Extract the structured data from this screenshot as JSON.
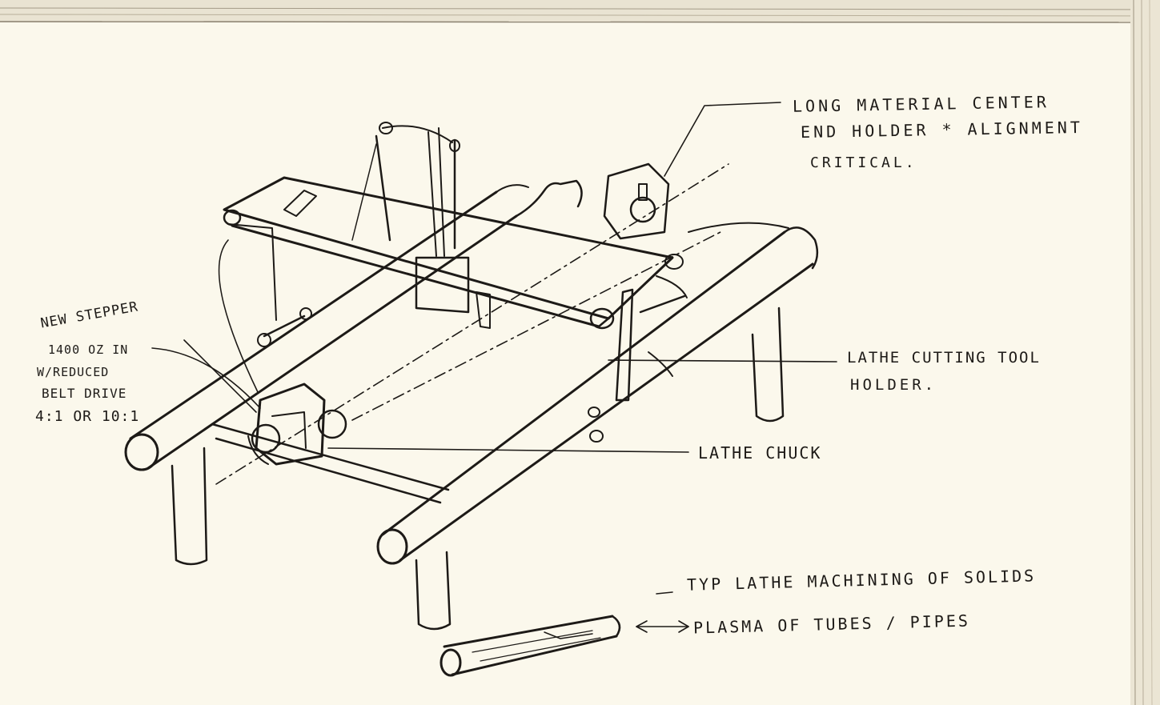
{
  "annotations": {
    "center_holder": [
      "LONG MATERIAL CENTER",
      "END HOLDER * ALIGNMENT",
      "CRITICAL."
    ],
    "stepper": [
      "NEW STEPPER",
      "1400 OZ IN",
      "W/REDUCED",
      "BELT DRIVE",
      "4:1 OR 10:1"
    ],
    "tool_holder": [
      "LATHE CUTTING TOOL",
      "HOLDER."
    ],
    "chuck": "LATHE CHUCK",
    "solids": "TYP LATHE MACHINING OF SOLIDS",
    "tubes": "PLASMA OF TUBES / PIPES"
  },
  "colors": {
    "paper": "#fbf8ec",
    "ink": "#1d1a17"
  }
}
